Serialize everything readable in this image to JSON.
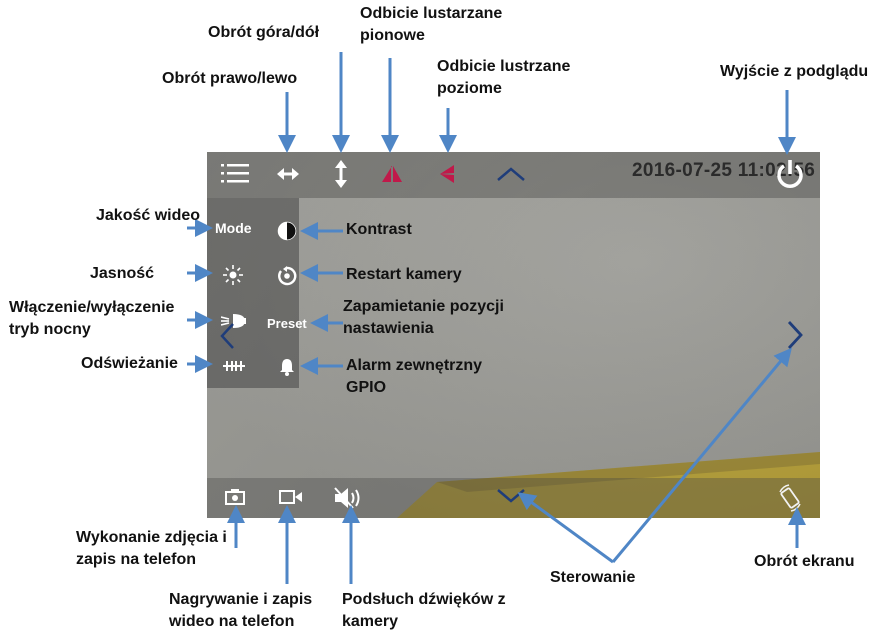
{
  "screen": {
    "timestamp": "2016-07-25 11:02:56",
    "side_panel": {
      "mode_label": "Mode",
      "preset_label": "Preset"
    }
  },
  "callouts": {
    "rotate_lr": "Obrót prawo/lewo",
    "rotate_ud": "Obrót góra/dół",
    "mirror_vertical": "Odbicie lustarzane\npionowe",
    "mirror_horizontal": "Odbicie lustrzane\npoziome",
    "exit_preview": "Wyjście z podglądu",
    "video_quality": "Jakość wideo",
    "contrast": "Kontrast",
    "brightness": "Jasność",
    "camera_restart": "Restart kamery",
    "night_mode": "Włączenie/wyłączenie\ntryb nocny",
    "preset": "Zapamietanie pozycji\nnastawienia",
    "refresh": "Odświeżanie",
    "alarm_gpio": "Alarm zewnętrzny\nGPIO",
    "snapshot": "Wykonanie zdjęcia i\nzapis na telefon",
    "record": "Nagrywanie i zapis\nwideo na telefon",
    "listen": "Podsłuch dźwięków z\nkamery",
    "control": "Sterowanie",
    "screen_rotate": "Obrót ekranu"
  },
  "colors": {
    "arrow": "#4f86c6",
    "mirror_red": "#c0194a",
    "nav_blue": "#1f3d7a"
  },
  "icons": [
    "menu-icon",
    "rotate-horizontal-icon",
    "rotate-vertical-icon",
    "mirror-vertical-icon",
    "mirror-horizontal-icon",
    "chevron-up-icon",
    "power-icon",
    "contrast-icon",
    "brightness-icon",
    "restart-icon",
    "night-mode-icon",
    "refresh-icon",
    "bell-icon",
    "chevron-left-icon",
    "chevron-right-icon",
    "camera-icon",
    "video-camera-icon",
    "speaker-icon",
    "chevron-down-icon",
    "screen-rotate-icon"
  ]
}
